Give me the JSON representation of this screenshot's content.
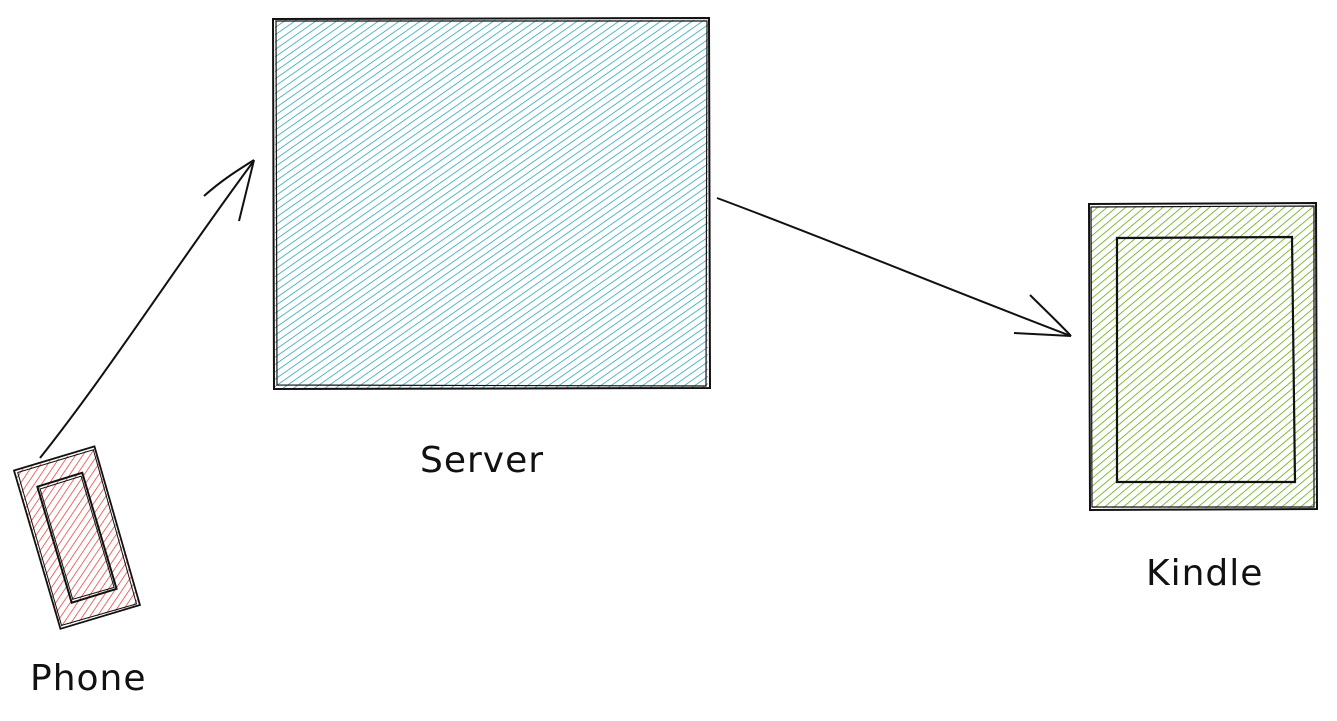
{
  "nodes": {
    "phone": {
      "label": "Phone",
      "color": "#e03131"
    },
    "server": {
      "label": "Server",
      "color": "#1098ad"
    },
    "kindle": {
      "label": "Kindle",
      "color": "#66a80f"
    }
  },
  "edges": [
    {
      "from": "phone",
      "to": "server"
    },
    {
      "from": "server",
      "to": "kindle"
    }
  ]
}
